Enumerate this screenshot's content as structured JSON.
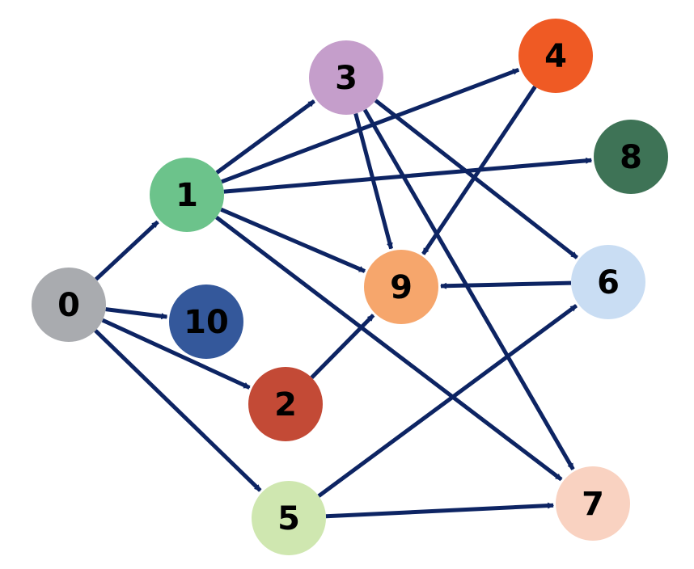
{
  "graph": {
    "edge_color": "#0d2463",
    "nodes": [
      {
        "id": "0",
        "label": "0",
        "color": "#a9abaf"
      },
      {
        "id": "1",
        "label": "1",
        "color": "#6cc38b"
      },
      {
        "id": "2",
        "label": "2",
        "color": "#c34a36"
      },
      {
        "id": "3",
        "label": "3",
        "color": "#c59ecb"
      },
      {
        "id": "4",
        "label": "4",
        "color": "#ef5a24"
      },
      {
        "id": "5",
        "label": "5",
        "color": "#cfe7b0"
      },
      {
        "id": "6",
        "label": "6",
        "color": "#c9ddf3"
      },
      {
        "id": "7",
        "label": "7",
        "color": "#f9d2c1"
      },
      {
        "id": "8",
        "label": "8",
        "color": "#3e7356"
      },
      {
        "id": "9",
        "label": "9",
        "color": "#f6a66c"
      },
      {
        "id": "10",
        "label": "10",
        "color": "#34589b"
      }
    ],
    "edges": [
      {
        "from": "0",
        "to": "1"
      },
      {
        "from": "0",
        "to": "10"
      },
      {
        "from": "0",
        "to": "2"
      },
      {
        "from": "0",
        "to": "5"
      },
      {
        "from": "1",
        "to": "3"
      },
      {
        "from": "1",
        "to": "4"
      },
      {
        "from": "1",
        "to": "8"
      },
      {
        "from": "1",
        "to": "9"
      },
      {
        "from": "1",
        "to": "7"
      },
      {
        "from": "2",
        "to": "9"
      },
      {
        "from": "3",
        "to": "9"
      },
      {
        "from": "3",
        "to": "6"
      },
      {
        "from": "3",
        "to": "7"
      },
      {
        "from": "4",
        "to": "9"
      },
      {
        "from": "6",
        "to": "9"
      },
      {
        "from": "5",
        "to": "6"
      },
      {
        "from": "5",
        "to": "7"
      }
    ]
  }
}
